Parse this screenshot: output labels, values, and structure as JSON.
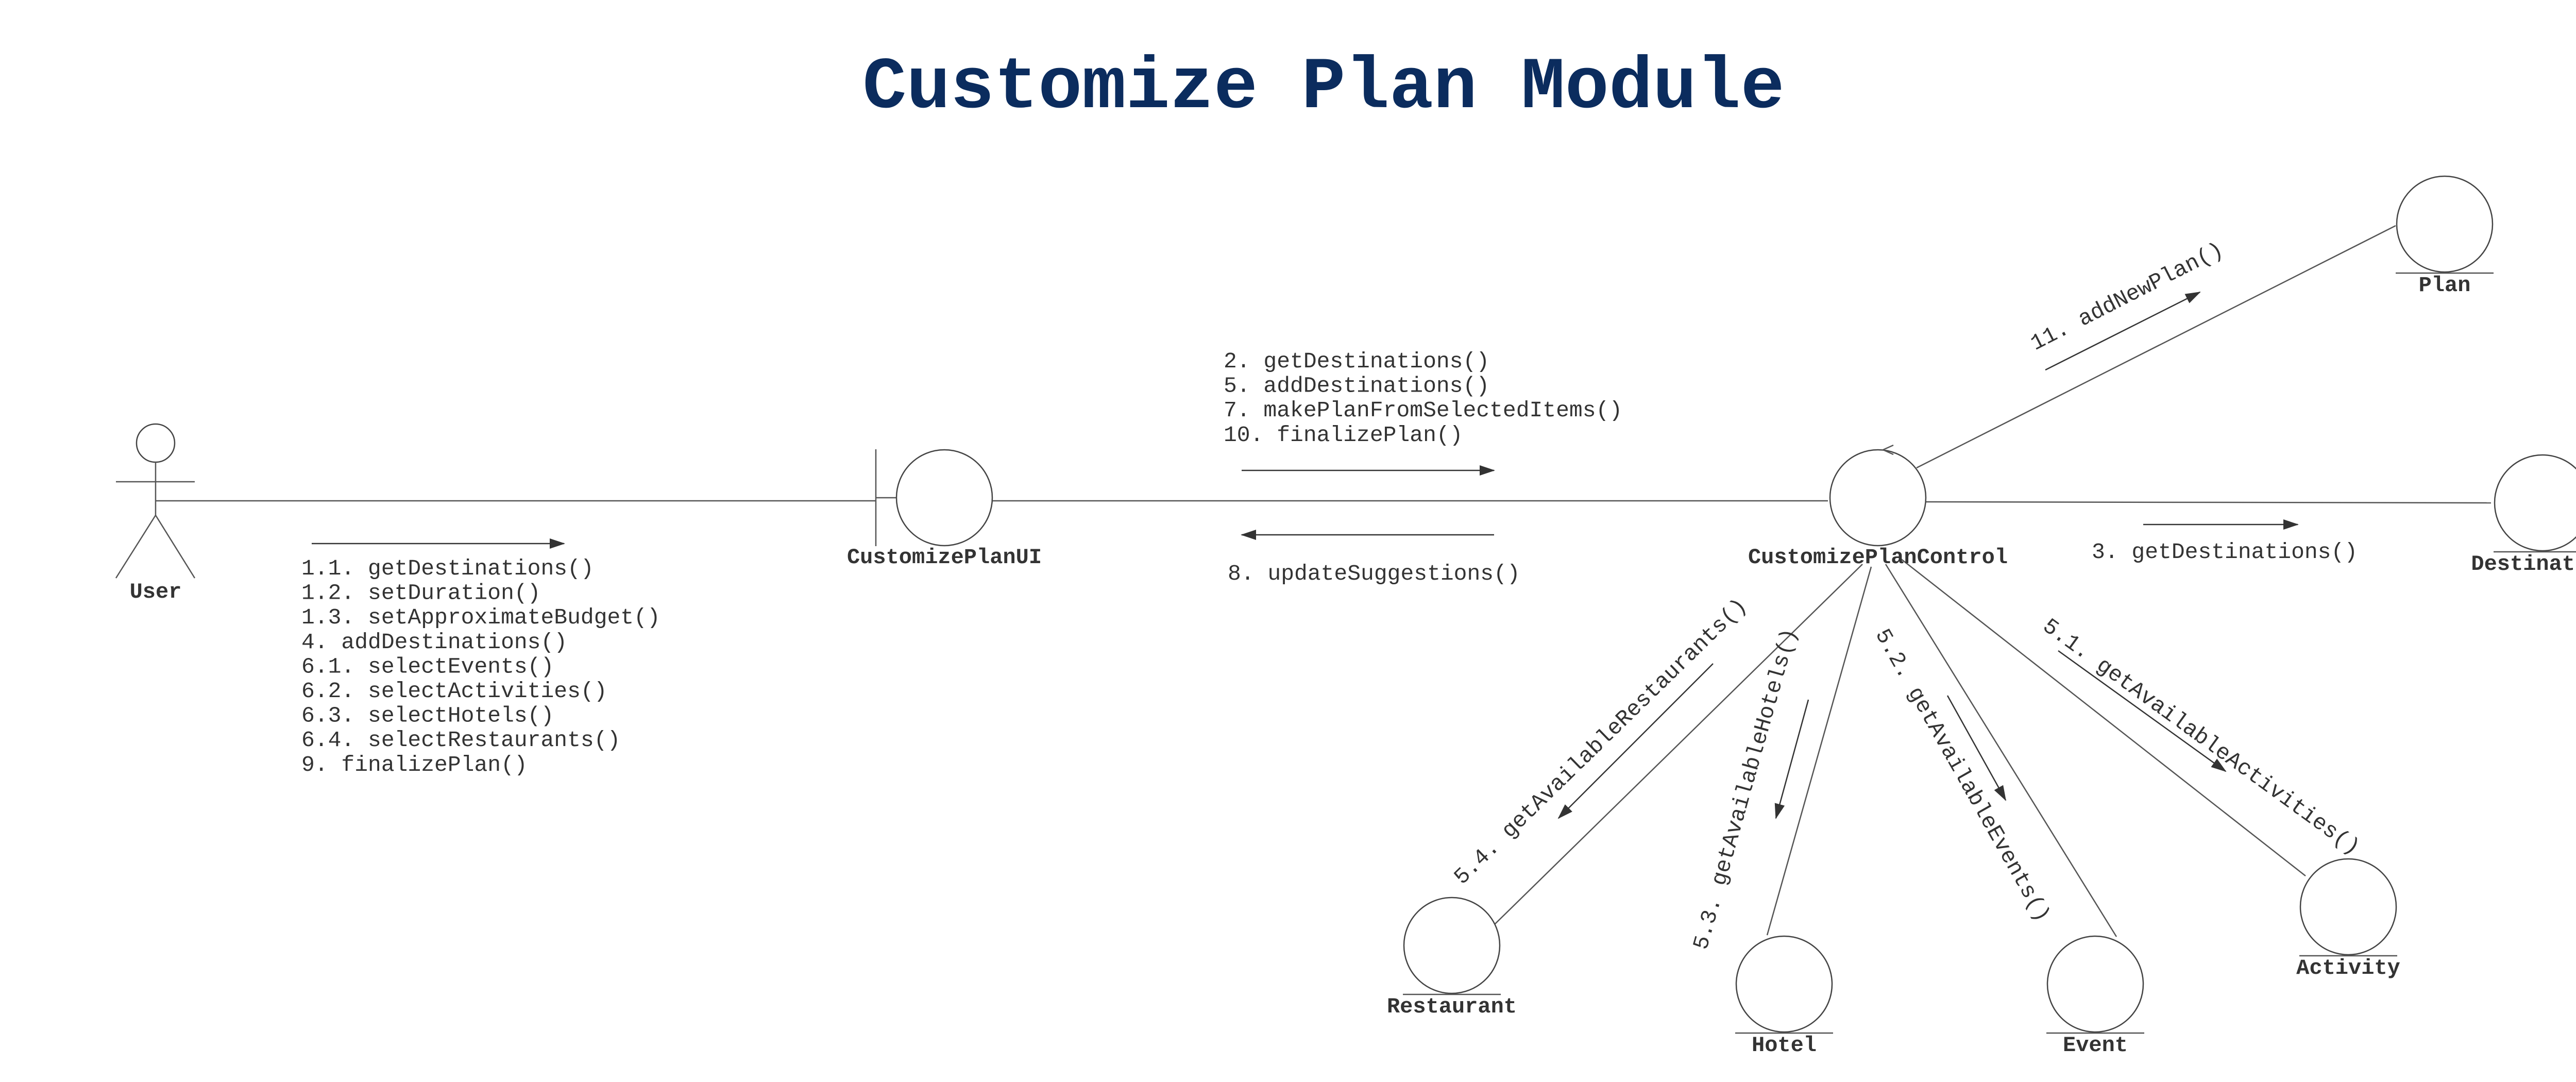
{
  "title": "Customize Plan Module",
  "objects": {
    "user": "User",
    "ui": "CustomizePlanUI",
    "control": "CustomizePlanControl",
    "plan": "Plan",
    "destination": "Destination",
    "activity": "Activity",
    "restaurant": "Restaurant",
    "hotel": "Hotel",
    "event": "Event"
  },
  "messages": {
    "user_to_ui": [
      "1.1. getDestinations()",
      "1.2. setDuration()",
      "1.3. setApproximateBudget()",
      "4. addDestinations()",
      "6.1. selectEvents()",
      "6.2. selectActivities()",
      "6.3. selectHotels()",
      "6.4. selectRestaurants()",
      "9. finalizePlan()"
    ],
    "ui_to_control": [
      "2. getDestinations()",
      "5. addDestinations()",
      "7. makePlanFromSelectedItems()",
      "10. finalizePlan()"
    ],
    "control_to_ui": "8. updateSuggestions()",
    "control_to_destination": "3. getDestinations()",
    "control_to_plan": "11. addNewPlan()",
    "control_to_activity": "5.1. getAvailableActivities()",
    "control_to_event": "5.2. getAvailableEvents()",
    "control_to_hotel": "5.3. getAvailableHotels()",
    "control_to_restaurant": "5.4. getAvailableRestaurants()"
  },
  "colors": {
    "title": "#0b2c5e",
    "lines": "#555555",
    "text": "#333333"
  }
}
